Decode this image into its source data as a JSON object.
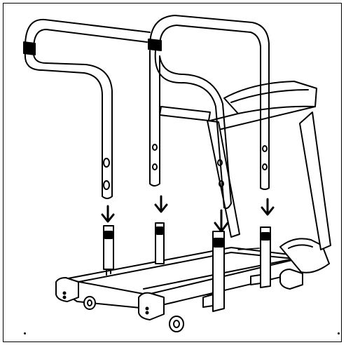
{
  "figure": {
    "kind": "assembly-illustration",
    "subject": "treadmill-handrail-installation",
    "colors": {
      "line": "#000000",
      "background": "#ffffff"
    },
    "arrows": 4,
    "handrails": 2
  }
}
